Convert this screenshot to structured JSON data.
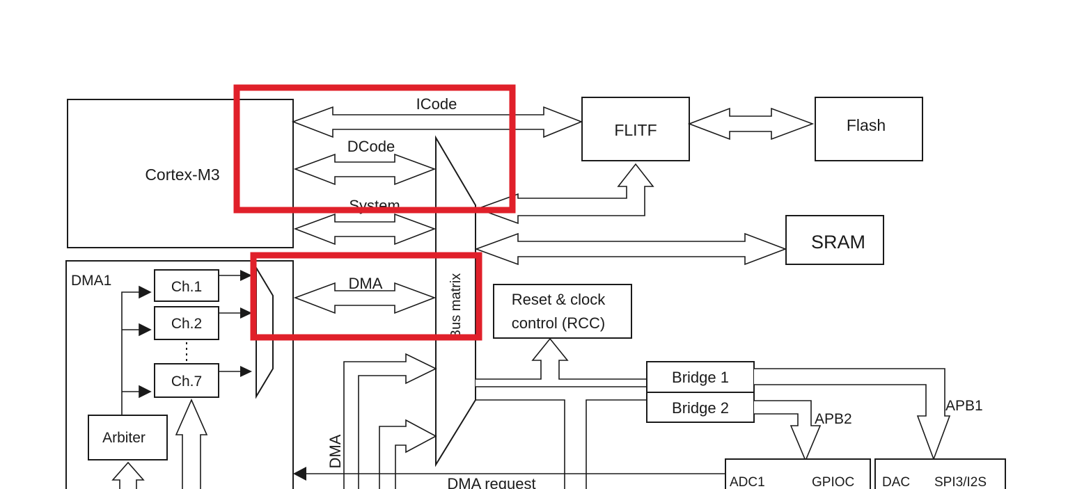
{
  "blocks": {
    "cortex": "Cortex-M3",
    "flitf": "FLITF",
    "flash": "Flash",
    "sram": "SRAM",
    "dma1": "DMA1",
    "ch1": "Ch.1",
    "ch2": "Ch.2",
    "ch7": "Ch.7",
    "arbiter": "Arbiter",
    "rcc_line1": "Reset & clock",
    "rcc_line2": "control (RCC)",
    "bridge1": "Bridge  1",
    "bridge2": "Bridge  2",
    "adc1": "ADC1",
    "gpioc": "GPIOC",
    "dac": "DAC",
    "spi3": "SPI3/I2S"
  },
  "buses": {
    "icode": "ICode",
    "dcode": "DCode",
    "system": "System",
    "dma": "DMA",
    "bus_matrix": "Bus matrix",
    "dma_vertical": "DMA",
    "dma_request": "DMA request",
    "apb1": "APB1",
    "apb2": "APB2"
  },
  "colors": {
    "highlight": "#e0202a",
    "line": "#1a1a1a",
    "background": "#ffffff"
  }
}
